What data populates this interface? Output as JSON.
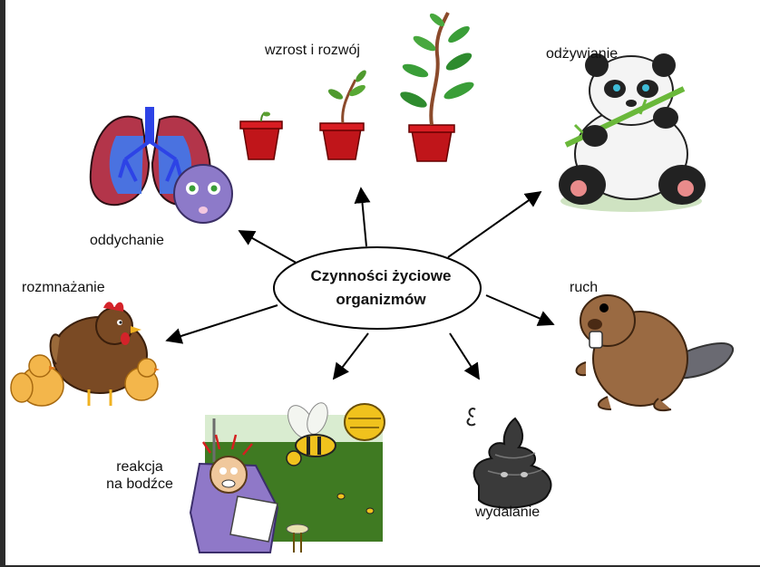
{
  "diagram": {
    "center": {
      "line1": "Czynności życiowe",
      "line2": "organizmów"
    },
    "nodes": {
      "growth": {
        "label": "wzrost i rozwój",
        "icon": "growing-plants-icon"
      },
      "nutrition": {
        "label": "odżywianie",
        "icon": "panda-eating-bamboo-icon"
      },
      "breathing": {
        "label": "oddychanie",
        "icon": "lungs-icon"
      },
      "reproduction": {
        "label": "rozmnażanie",
        "icon": "hen-with-chicks-icon"
      },
      "movement": {
        "label": "ruch",
        "icon": "beaver-icon"
      },
      "reaction_line1": "reakcja",
      "reaction_line2": "na bodźce",
      "reaction_icon": "startled-man-and-wasp-icon",
      "excretion": {
        "label": "wydalanie",
        "icon": "dung-icon"
      }
    }
  }
}
